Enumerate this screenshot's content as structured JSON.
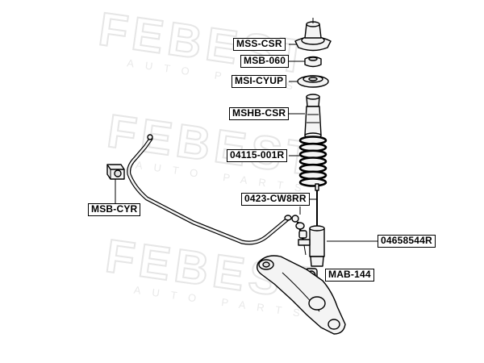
{
  "watermark": {
    "brand": "FEBEST",
    "subtitle": "AUTO PARTS"
  },
  "labels": {
    "mss_csr": "MSS-CSR",
    "msb_060": "MSB-060",
    "msi_cyup": "MSI-CYUP",
    "mshb_csr": "MSHB-CSR",
    "spring": "04115-001R",
    "link": "0423-CW8RR",
    "shock": "04658544R",
    "mab_144": "MAB-144",
    "msb_cyr": "MSB-CYR"
  }
}
